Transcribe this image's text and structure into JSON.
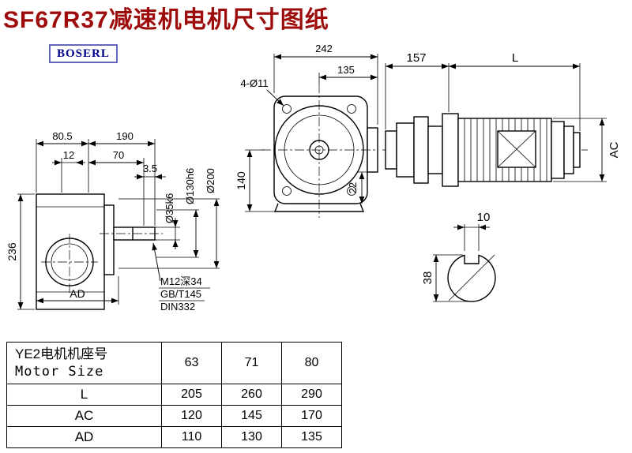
{
  "title": "SF67R37减速机电机尺寸图纸",
  "logo_text": "BOSERL",
  "colors": {
    "title_text": "#9e0b0b",
    "logo_text": "#00008b",
    "line": "#000000",
    "background": "#ffffff"
  },
  "drawing": {
    "side_view": {
      "dim_80_5": "80.5",
      "dim_190": "190",
      "dim_12": "12",
      "dim_70": "70",
      "dim_3_5": "3.5",
      "dim_236": "236",
      "dim_AD": "AD",
      "dia_shaft": "Ø35k6",
      "dia_spigot": "Ø130h6",
      "dia_flange": "Ø200",
      "tap_line1": "M12深34",
      "tap_line2": "GB/T145",
      "tap_line3": "DIN332"
    },
    "front_view": {
      "dim_242": "242",
      "dim_135": "135",
      "holes": "4-Ø11",
      "dim_140": "140",
      "dim_22": "22"
    },
    "motor_view": {
      "dim_157": "157",
      "dim_L": "L",
      "dim_AC": "AC"
    },
    "shaft_section": {
      "dim_10": "10",
      "dim_38": "38"
    }
  },
  "table": {
    "header": {
      "label_line1": "YE2电机机座号",
      "label_line2": "Motor Size",
      "cols": [
        "63",
        "71",
        "80"
      ]
    },
    "rows": [
      {
        "label": "L",
        "values": [
          "205",
          "260",
          "290"
        ]
      },
      {
        "label": "AC",
        "values": [
          "120",
          "145",
          "170"
        ]
      },
      {
        "label": "AD",
        "values": [
          "110",
          "130",
          "135"
        ]
      }
    ]
  }
}
